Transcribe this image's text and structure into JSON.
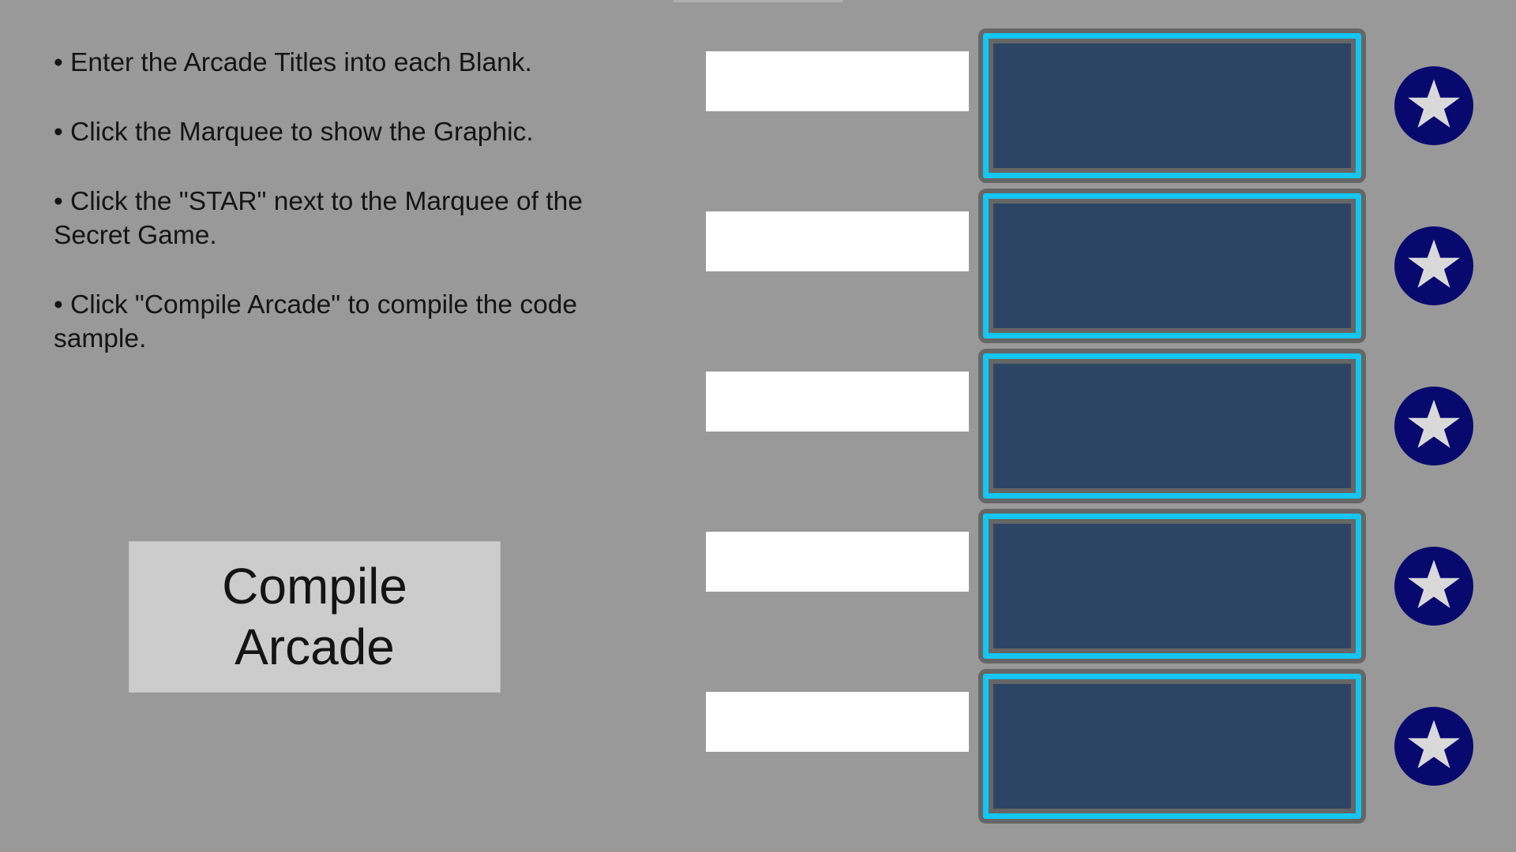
{
  "instructions": [
    "• Enter the Arcade Titles into each Blank.",
    "• Click the Marquee to show the Graphic.",
    "• Click the \"STAR\" next to the Marquee of the Secret Game.",
    "• Click \"Compile Arcade\" to compile the code sample."
  ],
  "compile_button": {
    "line1": "Compile",
    "line2": "Arcade"
  },
  "rows": [
    {
      "title_value": "",
      "star_icon": "star-icon"
    },
    {
      "title_value": "",
      "star_icon": "star-icon"
    },
    {
      "title_value": "",
      "star_icon": "star-icon"
    },
    {
      "title_value": "",
      "star_icon": "star-icon"
    },
    {
      "title_value": "",
      "star_icon": "star-icon"
    }
  ],
  "colors": {
    "background": "#999999",
    "marquee_glow": "#13c6f3",
    "marquee_screen": "#2d4565",
    "star_circle": "#08096f",
    "star_fill": "#d9d9d9",
    "compile_button": "#cccccc"
  }
}
